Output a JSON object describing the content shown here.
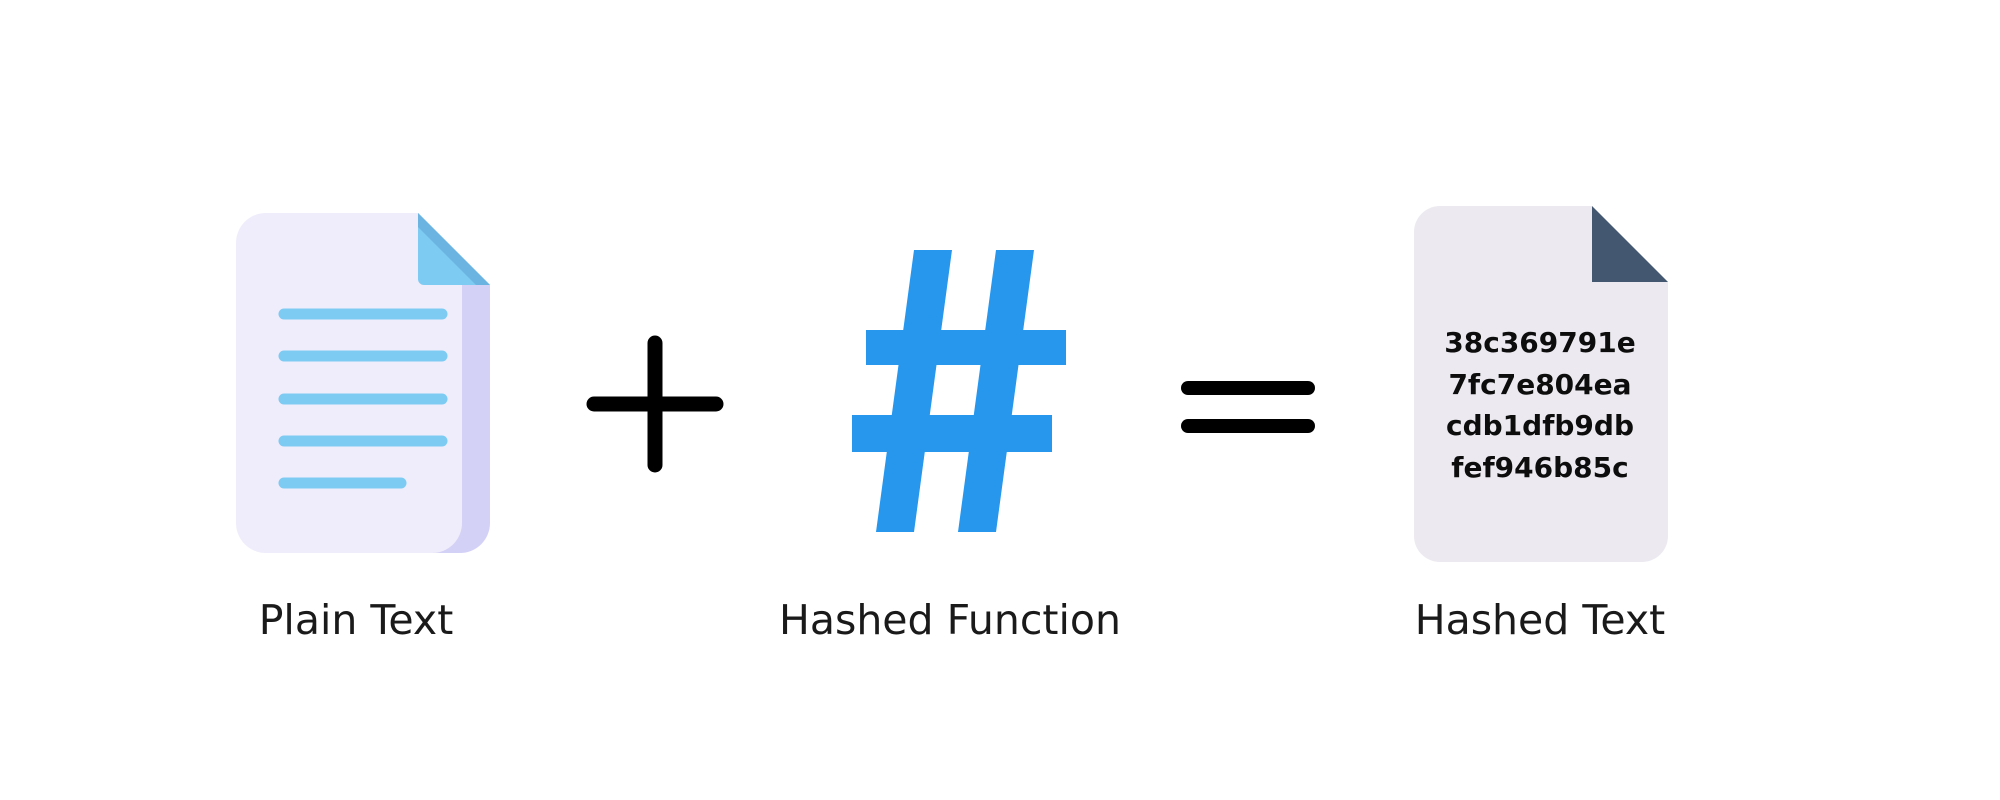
{
  "items": [
    {
      "id": "plain",
      "label": "Plain Text",
      "icon": "document-icon"
    },
    {
      "id": "function",
      "label": "Hashed Function",
      "icon": "hash-icon"
    },
    {
      "id": "hashed",
      "label": "Hashed Text",
      "icon": "hashed-document-icon"
    }
  ],
  "operators": {
    "plus": "plus-icon",
    "equals": "equals-icon"
  },
  "hashed_output": {
    "lines": [
      "38c369791e",
      "7fc7e804ea",
      "cdb1dfb9db",
      "fef946b85c"
    ]
  },
  "colors": {
    "document_body": "#EFEDFB",
    "document_shadow": "#D4D1F6",
    "document_lines": "#7DCBF3",
    "document_fold": "#7DCBF3",
    "document_fold_dark": "#6BB3E0",
    "hash_symbol": "#2797EE",
    "operator": "#000000",
    "hashed_body": "#ECEAF0",
    "hashed_fold": "#435870",
    "text": "#1a1a1a"
  }
}
